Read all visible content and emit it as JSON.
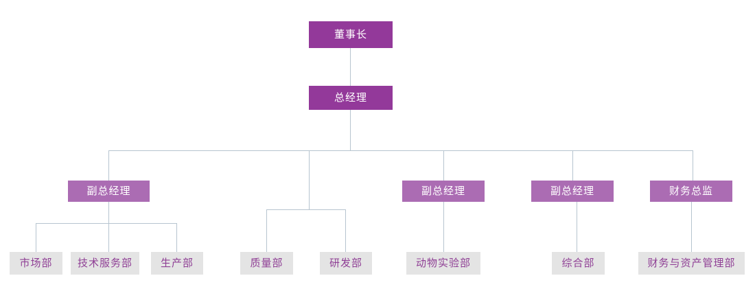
{
  "chart_data": {
    "type": "diagram",
    "diagram_kind": "organizational-chart",
    "orientation": "top-down",
    "levels": 4,
    "colors": {
      "top_box_fill": "#93399a",
      "top_box_text": "#ffffff",
      "mid_box_fill": "#ab6cb3",
      "mid_box_text": "#ffffff",
      "leaf_box_fill": "#e4e4e4",
      "leaf_box_text": "#8f3f95",
      "connector_line": "#b6c4cf",
      "background": "#ffffff"
    }
  },
  "nodes": {
    "chairman": {
      "label": "董事长"
    },
    "general_manager": {
      "label": "总经理"
    },
    "vp1": {
      "label": "副总经理"
    },
    "vp2": {
      "label": "副总经理"
    },
    "vp3": {
      "label": "副总经理"
    },
    "cfo": {
      "label": "财务总监"
    },
    "marketing": {
      "label": "市场部"
    },
    "tech_service": {
      "label": "技术服务部"
    },
    "production": {
      "label": "生产部"
    },
    "quality": {
      "label": "质量部"
    },
    "rnd": {
      "label": "研发部"
    },
    "animal_lab": {
      "label": "动物实验部"
    },
    "general_affairs": {
      "label": "综合部"
    },
    "finance_asset": {
      "label": "财务与资产管理部"
    }
  }
}
